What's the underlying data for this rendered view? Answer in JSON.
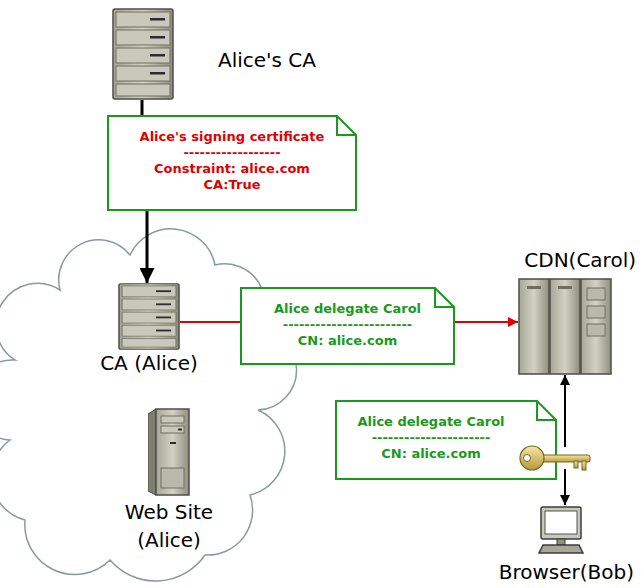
{
  "diagram": {
    "nodes": [
      {
        "text": [
          "Alice's CA"
        ]
      },
      {
        "text": [
          "Alice's signing certificate",
          "------------------",
          "Constraint: alice.com CA:True"
        ]
      },
      {
        "text": [
          "CA (Alice)"
        ]
      },
      {
        "text": [
          "Alice delegate Carol",
          "------------------------",
          "CN: alice.com"
        ]
      },
      {
        "text": [
          "CDN(Carol)"
        ]
      },
      {
        "text": [
          "Alice delegate Carol",
          "----------------------",
          "CN: alice.com"
        ]
      },
      {
        "text": [
          "Web Site (Alice)"
        ]
      },
      {
        "text": [
          "Browser(Bob)"
        ]
      }
    ],
    "edges": [
      {
        "from": 0,
        "to": 1,
        "arrow": "none"
      },
      {
        "from": 1,
        "to": 2,
        "arrow": "to"
      },
      {
        "from": 2,
        "to": 3,
        "arrow": "none"
      },
      {
        "from": 3,
        "to": 4,
        "arrow": "to"
      },
      {
        "from": 5,
        "to": 4,
        "arrow": "to"
      },
      {
        "from": 5,
        "to": 7,
        "arrow": "to"
      }
    ]
  }
}
